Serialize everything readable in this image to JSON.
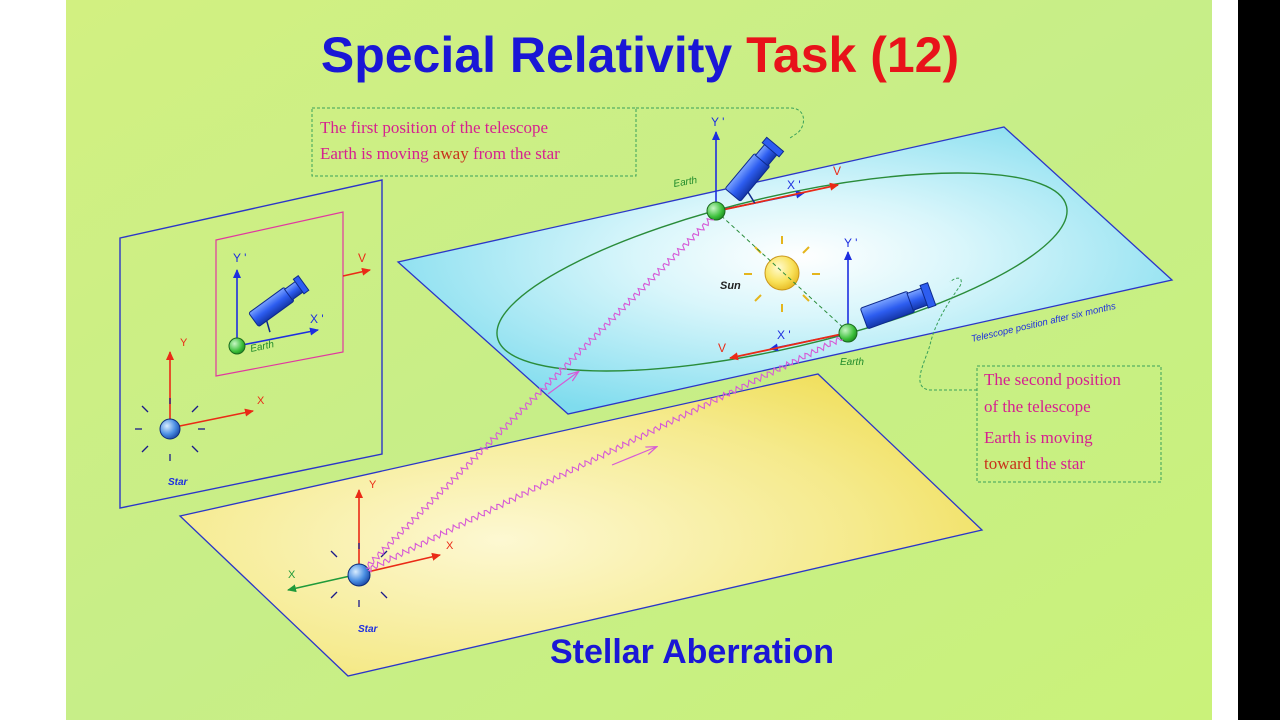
{
  "title": {
    "part1": "Special Relativity",
    "part2": "Task (12)"
  },
  "subtitle": "Stellar Aberration",
  "colors": {
    "title_blue": "#1a17d6",
    "title_red": "#e8121a",
    "background_green": "#c9ee84",
    "annotation_text": "#d6218f",
    "emphasis_text": "#c8321b",
    "orbit_plane": "#a8ecf6",
    "star_plane": "#f3e47a",
    "axis_blue": "#1d2ee0",
    "axis_red": "#ea2a16"
  },
  "annotations": {
    "first_position": {
      "line1": "The first position of the telescope",
      "line2_pre": "Earth is moving ",
      "line2_emphasis": "away",
      "line2_post": " from the star"
    },
    "second_position": {
      "line1": "The second position",
      "line2": "of the telescope",
      "line3": "Earth is moving",
      "line4_emphasis": "toward",
      "line4_post": " the star"
    },
    "six_months": "Telescope position after six months"
  },
  "labels": {
    "sun": "Sun",
    "earth": "Earth",
    "star": "Star",
    "x": "X",
    "y": "Y",
    "x_prime": "X '",
    "y_prime": "Y '",
    "v": "V"
  }
}
